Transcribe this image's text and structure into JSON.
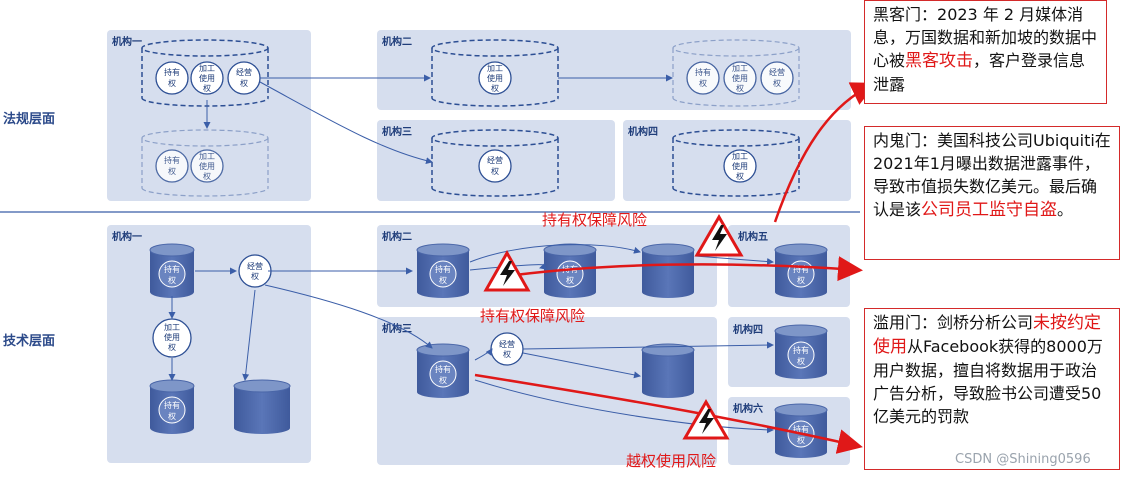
{
  "layers": {
    "legal": "法规层面",
    "tech": "技术层面"
  },
  "orgs": {
    "org1": "机构一",
    "org2": "机构二",
    "org3": "机构三",
    "org4": "机构四",
    "org5": "机构五",
    "org6": "机构六"
  },
  "rights": {
    "hold": "持有权",
    "process": "加工使用权",
    "operate": "经营权"
  },
  "risks": {
    "hold_top": "持有权保障风险",
    "hold_bottom": "持有权保障风险",
    "overreach": "越权使用风险"
  },
  "callouts": {
    "hacker": {
      "title": "黑客门",
      "pre": "：2023 年 2 月媒体消息，万国数据和新加坡的数据中心被",
      "highlight": "黑客攻击",
      "post": "，客户登录信息泄露"
    },
    "insider": {
      "title": "内鬼门",
      "pre": "：美国科技公司Ubiquiti在2021年1月曝出数据泄露事件，导致市值损失数亿美元。最后确认是该",
      "highlight": "公司员工监守自盗",
      "post": "。"
    },
    "abuse": {
      "title": "滥用门",
      "pre": "：剑桥分析公司",
      "highlight": "未按约定使用",
      "post": "从Facebook获得的8000万用户数据，擅自将数据用于政治广告分析，导致脸书公司遭受50亿美元的罚款"
    }
  },
  "watermark": "CSDN @Shining0596",
  "colors": {
    "panel": "#d6deee",
    "panel_dark": "#c8d3e8",
    "node_border": "#2d4f94",
    "cylinder_fill": "#5470b0",
    "cylinder_top": "#7e96c8",
    "dashed": "#2d4f94",
    "accent_red": "#e01818"
  }
}
